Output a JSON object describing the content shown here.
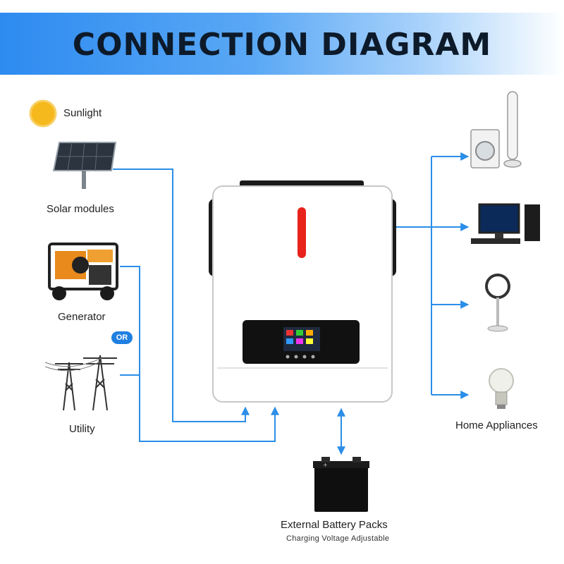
{
  "title": "CONNECTION DIAGRAM",
  "nodes": {
    "sunlight": "Sunlight",
    "solar_modules": "Solar modules",
    "generator": "Generator",
    "utility": "Utility",
    "or_badge": "OR",
    "home_appliances": "Home Appliances",
    "battery": "External Battery Packs",
    "battery_note": "Charging Voltage Adjustable"
  },
  "colors": {
    "line": "#2b8ee8",
    "banner": "#2d8bf0",
    "indicator": "#e8231c",
    "inverter_body": "#ffffff"
  },
  "icons": [
    "sun-icon",
    "solar-panel-icon",
    "generator-icon",
    "power-tower-icon",
    "inverter-device",
    "battery-icon",
    "washing-machine-icon",
    "tower-fan-icon",
    "desktop-computer-icon",
    "desk-fan-icon",
    "light-bulb-icon"
  ]
}
